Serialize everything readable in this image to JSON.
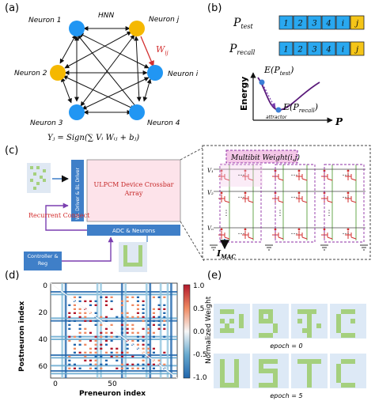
{
  "panels": {
    "a": {
      "label": "(a)",
      "title": "HNN",
      "neurons": [
        {
          "label": "Neuron 1",
          "color": "#2196f3"
        },
        {
          "label": "Neuron j",
          "color": "#f5b800"
        },
        {
          "label": "Neuron 2",
          "color": "#f5b800"
        },
        {
          "label": "Neuron i",
          "color": "#2196f3"
        },
        {
          "label": "Neuron 3",
          "color": "#2196f3"
        },
        {
          "label": "Neuron 4",
          "color": "#2196f3"
        }
      ],
      "weight_label": "W",
      "weight_sub": "ij",
      "formula": "Yⱼ = Sign(∑ Vᵢ Wᵢⱼ + bⱼ)"
    },
    "b": {
      "label": "(b)",
      "p_test": "P",
      "p_test_sub": "test",
      "p_recall": "P",
      "p_recall_sub": "recall",
      "cells": [
        "1",
        "2",
        "3",
        "4",
        "i",
        "j"
      ],
      "energy_label": "Energy",
      "e_test": "E(P",
      "e_test_sub": "test",
      "e_recall": "E(P",
      "e_recall_sub": "recall",
      "attractor": "attractor",
      "x_axis": "P",
      "colors": {
        "cell_blue": "#29a8f0",
        "cell_yellow": "#f5c518",
        "curve": "#5a1a7a",
        "point": "#3b7fd6"
      }
    },
    "c": {
      "label": "(c)",
      "driver": "WL Driver & BL Driver",
      "crossbar": "ULPCM Device Crossbar Array",
      "recurrent": "Recurrent Connect",
      "adc": "ADC & Neurons",
      "controller": "Controller & Reg",
      "multibit": "Multibit Weight(i,j)",
      "rows": [
        "V₁",
        "V₂",
        "Vₙ"
      ],
      "imac": "I",
      "imac_sub": "MAC",
      "colors": {
        "crossbar_fill": "#fde3ea",
        "driver_blue": "#3f7fc8",
        "recurrent_red": "#d32f2f",
        "box_fill": "#dfe8f3",
        "multibit_fill": "#f4c8e8"
      }
    },
    "d": {
      "label": "(d)",
      "x_label": "Preneuron index",
      "y_label": "Postneuron index",
      "colorbar_label": "Normalized Weight",
      "x_ticks": [
        "0",
        "50"
      ],
      "y_ticks": [
        "0",
        "20",
        "40",
        "60"
      ],
      "colorbar_ticks": [
        "1.0",
        "0.5",
        "0.0",
        "-0.5",
        "-1.0"
      ]
    },
    "e": {
      "label": "(e)",
      "epoch0": "epoch = 0",
      "epoch5": "epoch = 5",
      "colors": {
        "tile_bg": "#dde9f6",
        "pixel": "#a5d07e"
      }
    }
  }
}
